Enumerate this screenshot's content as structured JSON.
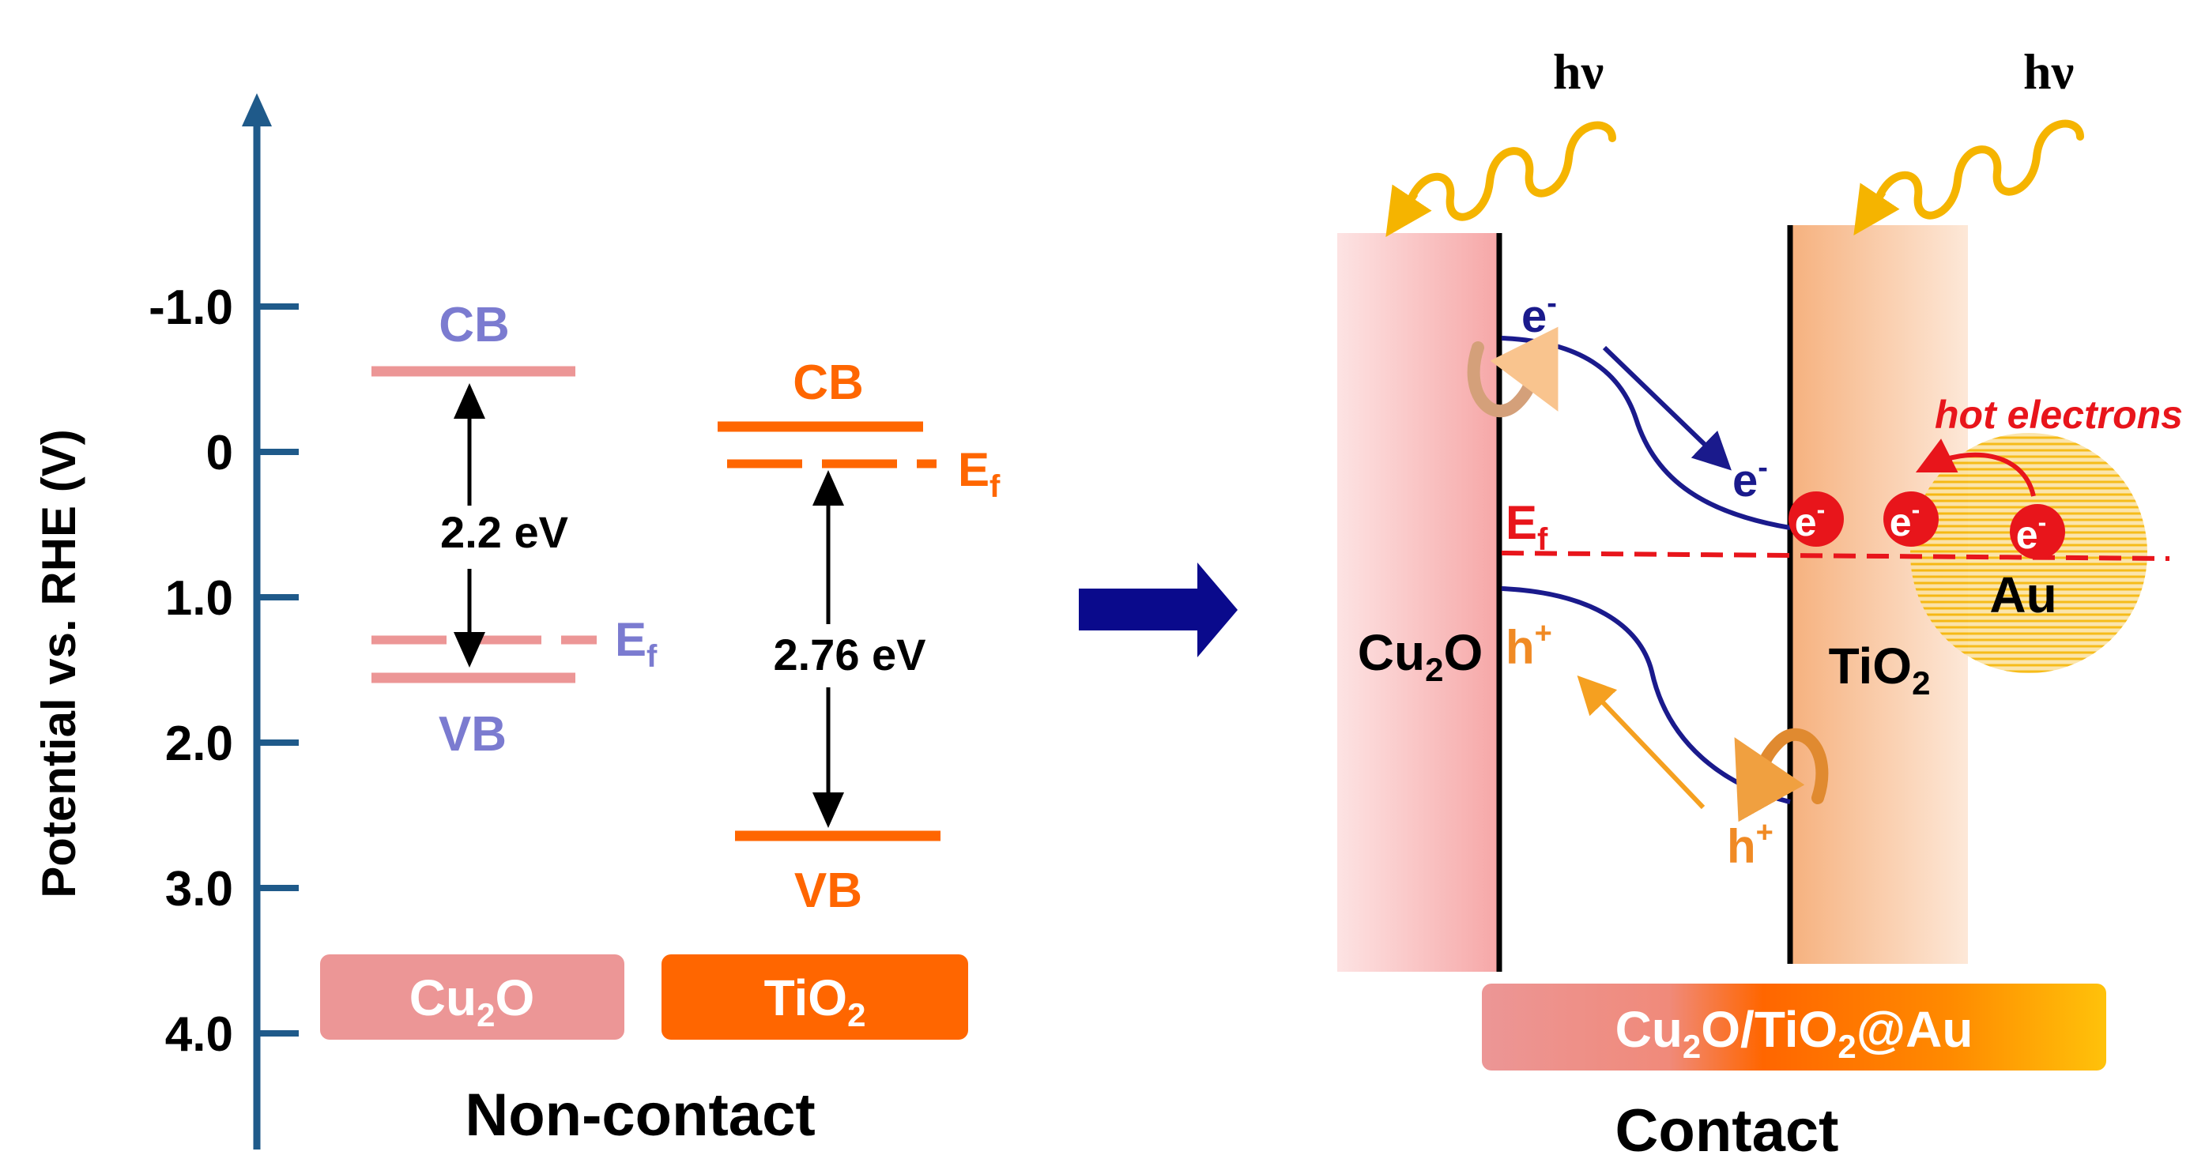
{
  "left_panel": {
    "axis_label": "Potential vs. RHE (V)",
    "ticks": [
      {
        "value": -1.0,
        "label": "-1.0"
      },
      {
        "value": 0,
        "label": "0"
      },
      {
        "value": 1.0,
        "label": "1.0"
      },
      {
        "value": 2.0,
        "label": "2.0"
      },
      {
        "value": 3.0,
        "label": "3.0"
      },
      {
        "value": 4.0,
        "label": "4.0"
      }
    ],
    "cu2o": {
      "cb_label": "CB",
      "vb_label": "VB",
      "ef_main": "E",
      "ef_sub": "f",
      "gap_label": "2.2 eV",
      "box_main": "Cu",
      "box_sub": "2",
      "box_tail": "O"
    },
    "tio2": {
      "cb_label": "CB",
      "vb_label": "VB",
      "ef_main": "E",
      "ef_sub": "f",
      "gap_label": "2.76 eV",
      "box_main": "TiO",
      "box_sub": "2"
    },
    "caption": "Non-contact"
  },
  "right_panel": {
    "hv_label_left": "hν",
    "hv_label_right": "hν",
    "cu2o_main": "Cu",
    "cu2o_sub": "2",
    "cu2o_tail": "O",
    "tio2_main": "TiO",
    "tio2_sub": "2",
    "au_label": "Au",
    "hot_electrons": "hot electrons",
    "electron": "e",
    "electron_sup": "-",
    "hole": "h",
    "hole_sup": "+",
    "ef_main": "E",
    "ef_sub": "f",
    "composite": {
      "p1": "Cu",
      "s1": "2",
      "p2": "O/TiO",
      "s2": "2",
      "p3": "@Au"
    },
    "caption": "Contact"
  },
  "colors": {
    "axis": "#1f5a8a",
    "cu2o": "#ec9696",
    "tio2": "#ff6600",
    "label_purple": "#7b7bd0",
    "band_navy": "#1a1a8c",
    "orange_label": "#f08a24",
    "red": "#e8151b",
    "light": "#f5b400"
  }
}
